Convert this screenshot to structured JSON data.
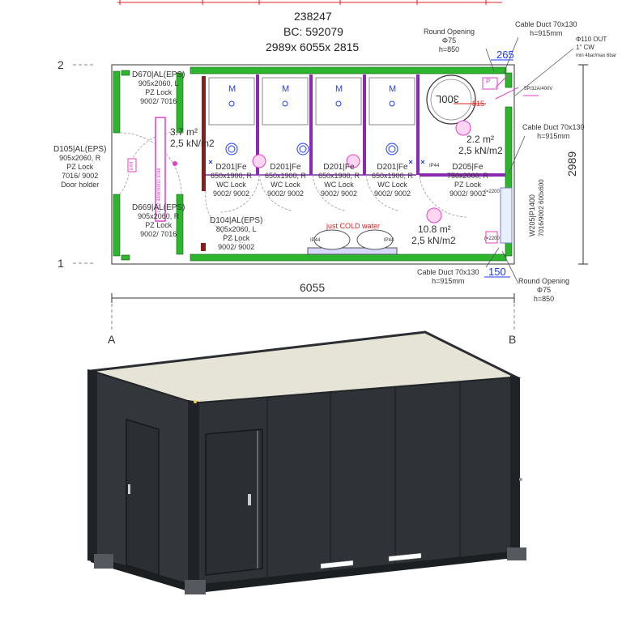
{
  "header": {
    "project_id": "238247",
    "bc": "BC: 592079",
    "dimensions": "2989x 6055x 2815"
  },
  "axes": {
    "row_2": "2",
    "row_1": "1",
    "col_a": "A",
    "col_b": "B"
  },
  "dimensions": {
    "width": "6055",
    "depth": "2989",
    "dim_265": "265",
    "dim_150": "150",
    "dim_815": "815"
  },
  "doors": {
    "d670": [
      "D670|AL(EPS)",
      "905x2060, L",
      "PZ Lock",
      "9002/ 7016"
    ],
    "d105": [
      "D105|AL(EPS)",
      "905x2060, R",
      "PZ Lock",
      "7016/ 9002",
      "Door holder"
    ],
    "d669": [
      "D669|AL(EPS)",
      "905x2060, R",
      "PZ Lock",
      "9002/ 7016"
    ],
    "d104": [
      "D104|AL(EPS)",
      "805x2060, L",
      "PZ Lock",
      "9002/ 9002"
    ],
    "d201_1": [
      "D201|Fe",
      "650x1900, R",
      "WC Lock",
      "9002/ 9002"
    ],
    "d201_2": [
      "D201|Fe",
      "650x1900, R",
      "WC Lock",
      "9002/ 9002"
    ],
    "d201_3": [
      "D201|Fe",
      "650x1900, R",
      "WC Lock",
      "9002/ 9002"
    ],
    "d201_4": [
      "D201|Fe",
      "650x1900, R",
      "WC Lock",
      "9002/ 9002"
    ],
    "d205": [
      "D205|Fe",
      "750x2000, R",
      "PZ Lock",
      "9002/ 9002"
    ]
  },
  "rooms": {
    "hall": [
      "3.7 m²",
      "2,5 kN/m2"
    ],
    "small": [
      "2.2 m²",
      "2,5 kN/m2"
    ],
    "wash": [
      "10.8 m²",
      "2,5 kN/m2"
    ]
  },
  "annotations": {
    "round_opening_top": [
      "Round Opening",
      "Φ75",
      "h=850"
    ],
    "round_opening_bottom": [
      "Round Opening",
      "Φ75",
      "h=850"
    ],
    "cable_duct_top": [
      "Cable Duct 70x130",
      "h=915mm"
    ],
    "cable_duct_right": [
      "Cable Duct 70x130",
      "h=915mm"
    ],
    "cable_duct_bottom": [
      "Cable Duct 70x130",
      "h=915mm"
    ],
    "water_out": [
      "Φ110 OUT",
      "1\" CW",
      "min 4bar/max 6bar"
    ],
    "power": "5P/32A/400V",
    "cold_water": "just COLD water",
    "boiler": "300L",
    "window": "W205|P1400",
    "window_color": "7016/9002",
    "window_size": "600x600",
    "led_label": "LED 44W/8000 IP44",
    "exit_label": "EXIT",
    "ip44_labels": [
      "IP44",
      "IP44",
      "IP44"
    ],
    "toilet_mark": "M",
    "sensor_label": "(=2200",
    "cable_marker": "P"
  },
  "colors": {
    "wall_green": "#2db52d",
    "container_dark": "#33373b",
    "roof": "#e6e4d6",
    "partition_purple": "#8a2ab0",
    "accent_blue": "#1a3cff",
    "accent_red": "#e02020",
    "magenta": "#e040c8"
  }
}
